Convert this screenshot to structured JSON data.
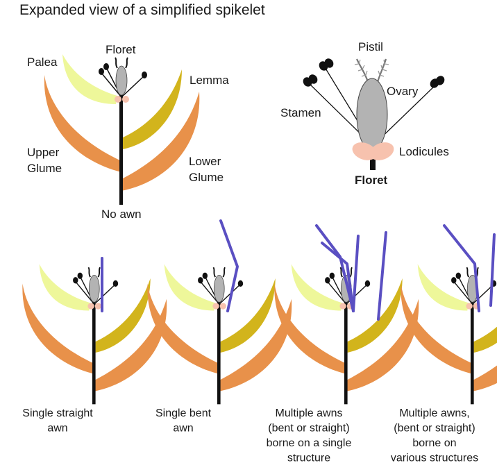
{
  "title": "Expanded view of a simplified spikelet",
  "main_labels": {
    "floret": "Floret",
    "palea": "Palea",
    "lemma": "Lemma",
    "upper_glume_1": "Upper",
    "upper_glume_2": "Glume",
    "lower_glume_1": "Lower",
    "lower_glume_2": "Glume",
    "no_awn": "No awn"
  },
  "floret_labels": {
    "pistil": "Pistil",
    "ovary": "Ovary",
    "stamen": "Stamen",
    "lodicules": "Lodicules",
    "floret": "Floret"
  },
  "captions": [
    {
      "lines": [
        "Single straight",
        "awn"
      ]
    },
    {
      "lines": [
        "Single bent",
        "awn"
      ]
    },
    {
      "lines": [
        "Multiple awns",
        "(bent or straight)",
        "borne on a single",
        "structure"
      ]
    },
    {
      "lines": [
        "Multiple awns,",
        "(bent or straight)",
        "borne on",
        "various structures"
      ]
    }
  ],
  "colors": {
    "glume": "#e8914a",
    "palea": "#eef79a",
    "lemma": "#d2b41c",
    "ovary": "#b3b3b3",
    "lodicule": "#f7c2ae",
    "awn": "#5a4fc2",
    "stem": "#111111"
  }
}
